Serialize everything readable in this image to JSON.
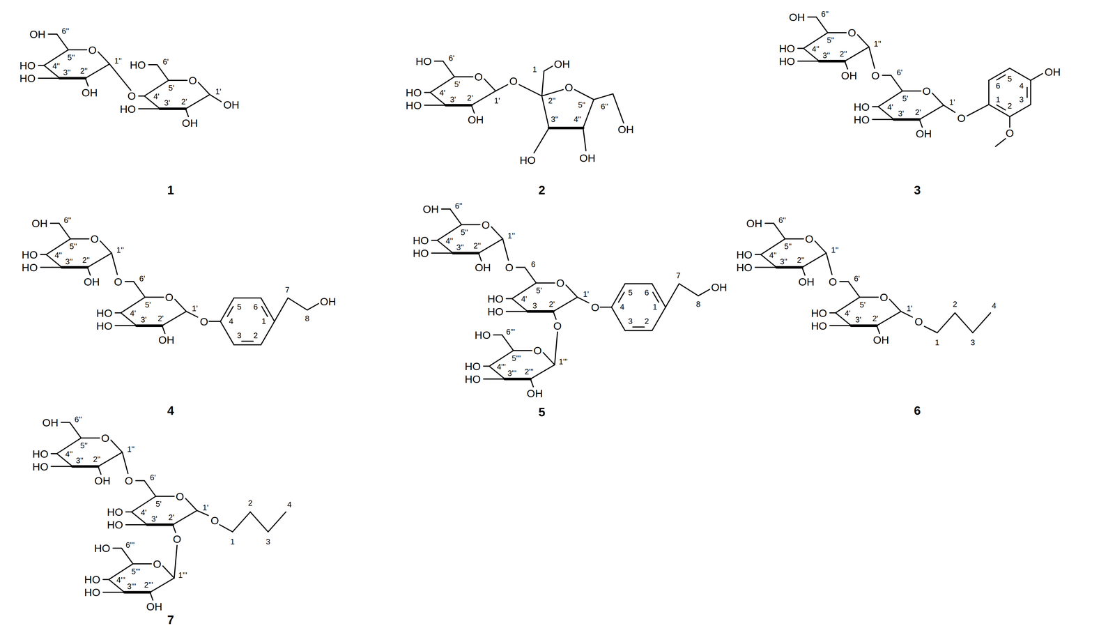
{
  "diagram": {
    "labels": [
      "OH",
      "6''",
      "5''",
      "O",
      "HO",
      "4''",
      "HO",
      "3''",
      "2''",
      "OH",
      "1''",
      "HO",
      "6'",
      "5'",
      "O",
      "O",
      "4'",
      "HO",
      "3'",
      "2'",
      "OH",
      "1'",
      "OH",
      "1",
      "HO",
      "6'",
      "5'",
      "O",
      "HO",
      "4'",
      "HO",
      "3'",
      "2'",
      "OH",
      "1'",
      "O",
      "1",
      "OH",
      "2''",
      "O",
      "5''",
      "6''",
      "OH",
      "3''",
      "4''",
      "HO",
      "OH",
      "2",
      "OH",
      "6''",
      "5''",
      "O",
      "HO",
      "4''",
      "HO",
      "3''",
      "2''",
      "OH",
      "1''",
      "O",
      "6'",
      "5'",
      "O",
      "HO",
      "4'",
      "HO",
      "3'",
      "2'",
      "OH",
      "1'",
      "O",
      "1",
      "2",
      "3",
      "4",
      "OH",
      "5",
      "6",
      "O",
      "3",
      "OH",
      "6''",
      "5''",
      "O",
      "HO",
      "4''",
      "HO",
      "3''",
      "2''",
      "OH",
      "1''",
      "O",
      "6'",
      "5'",
      "O",
      "HO",
      "4'",
      "HO",
      "3'",
      "2'",
      "OH",
      "1'",
      "O",
      "4",
      "5",
      "6",
      "1",
      "2",
      "3",
      "7",
      "8",
      "OH",
      "4",
      "OH",
      "6''",
      "5''",
      "O",
      "HO",
      "4''",
      "HO",
      "3''",
      "2''",
      "OH",
      "1''",
      "O",
      "6",
      "5'",
      "O",
      "HO",
      "4'",
      "HO",
      "3",
      "2'",
      "O",
      "1'",
      "HO",
      "6'''",
      "5'''",
      "O",
      "HO",
      "4'''",
      "HO",
      "3'''",
      "2'''",
      "OH",
      "1'''",
      "O",
      "4",
      "5",
      "6",
      "1",
      "2",
      "3",
      "7",
      "8",
      "OH",
      "5",
      "OH",
      "6''",
      "5''",
      "O",
      "HO",
      "4''",
      "HO",
      "3''",
      "2''",
      "OH",
      "1''",
      "O",
      "6'",
      "5'",
      "O",
      "HO",
      "4'",
      "HO",
      "3'",
      "2'",
      "OH",
      "1'",
      "O",
      "1",
      "2",
      "3",
      "4",
      "6",
      "OH",
      "6''",
      "5''",
      "O",
      "HO",
      "4''",
      "HO",
      "3''",
      "2''",
      "OH",
      "1''",
      "O",
      "6'",
      "5'",
      "O",
      "HO",
      "4'",
      "HO",
      "3'",
      "2'",
      "O",
      "1'",
      "HO",
      "6'''",
      "5'''",
      "O",
      "HO",
      "4'''",
      "HO",
      "3'''",
      "2'''",
      "OH",
      "1'''",
      "O",
      "1",
      "2",
      "3",
      "4",
      "7"
    ]
  }
}
